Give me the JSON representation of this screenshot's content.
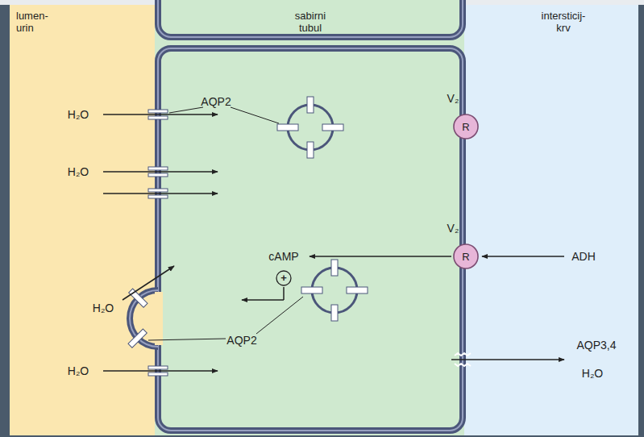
{
  "diagram": {
    "nodes": [
      {
        "text": [
          "lumen-urin"
        ]
      },
      {
        "text": [
          "sabirni tubul"
        ]
      },
      {
        "text": [
          "intersticij-krv"
        ]
      },
      {
        "text": [
          "R"
        ]
      },
      {
        "text": [
          "R"
        ]
      }
    ],
    "labels": [
      "AQP2",
      "V₂",
      "H₂O",
      "H₂O",
      "V₂",
      "cAMP",
      "+",
      "ADH",
      "H₂O",
      "AQP2",
      "AQP3,4",
      "H₂O",
      "H₂O"
    ]
  }
}
